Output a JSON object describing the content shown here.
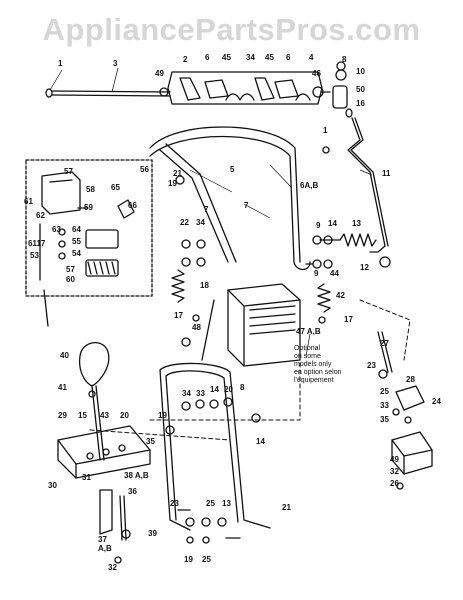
{
  "watermark": "AppliancePartsPros.com",
  "note_lines": [
    "Optional",
    "on some",
    "models only",
    "en option selon",
    "l'équipement"
  ],
  "parts": [
    {
      "id": "p1",
      "label": "1"
    },
    {
      "id": "p3",
      "label": "3"
    },
    {
      "id": "p49",
      "label": "49"
    },
    {
      "id": "p2",
      "label": "2"
    },
    {
      "id": "p6a",
      "label": "6"
    },
    {
      "id": "p45a",
      "label": "45"
    },
    {
      "id": "p34a",
      "label": "34"
    },
    {
      "id": "p45b",
      "label": "45"
    },
    {
      "id": "p6b",
      "label": "6"
    },
    {
      "id": "p4",
      "label": "4"
    },
    {
      "id": "p46",
      "label": "46"
    },
    {
      "id": "p8",
      "label": "8"
    },
    {
      "id": "p10",
      "label": "10"
    },
    {
      "id": "p50",
      "label": "50"
    },
    {
      "id": "p16",
      "label": "16"
    },
    {
      "id": "p1b",
      "label": "1"
    },
    {
      "id": "p11",
      "label": "11"
    },
    {
      "id": "p5",
      "label": "5"
    },
    {
      "id": "p6ab",
      "label": "6A,B"
    },
    {
      "id": "p7a",
      "label": "7"
    },
    {
      "id": "p7b",
      "label": "7"
    },
    {
      "id": "p56",
      "label": "56"
    },
    {
      "id": "p57a",
      "label": "57"
    },
    {
      "id": "p58",
      "label": "58"
    },
    {
      "id": "p65",
      "label": "65"
    },
    {
      "id": "p66",
      "label": "66"
    },
    {
      "id": "p59",
      "label": "59"
    },
    {
      "id": "p61",
      "label": "61"
    },
    {
      "id": "p62",
      "label": "62"
    },
    {
      "id": "p63",
      "label": "63"
    },
    {
      "id": "p64",
      "label": "64"
    },
    {
      "id": "p55",
      "label": "55"
    },
    {
      "id": "p54",
      "label": "54"
    },
    {
      "id": "p6117",
      "label": "6117"
    },
    {
      "id": "p53",
      "label": "53"
    },
    {
      "id": "p57b",
      "label": "57"
    },
    {
      "id": "p60",
      "label": "60"
    },
    {
      "id": "p21a",
      "label": "21"
    },
    {
      "id": "p19a",
      "label": "19"
    },
    {
      "id": "p22",
      "label": "22"
    },
    {
      "id": "p34b",
      "label": "34"
    },
    {
      "id": "p18",
      "label": "18"
    },
    {
      "id": "p9",
      "label": "9"
    },
    {
      "id": "p14a",
      "label": "14"
    },
    {
      "id": "p13",
      "label": "13"
    },
    {
      "id": "p12",
      "label": "12"
    },
    {
      "id": "p9b",
      "label": "9"
    },
    {
      "id": "p44",
      "label": "44"
    },
    {
      "id": "p42",
      "label": "42"
    },
    {
      "id": "p17a",
      "label": "17"
    },
    {
      "id": "p48",
      "label": "48"
    },
    {
      "id": "p17b",
      "label": "17"
    },
    {
      "id": "p47ab",
      "label": "47 A,B"
    },
    {
      "id": "p27",
      "label": "27"
    },
    {
      "id": "p23a",
      "label": "23"
    },
    {
      "id": "p28",
      "label": "28"
    },
    {
      "id": "p25a",
      "label": "25"
    },
    {
      "id": "p24",
      "label": "24"
    },
    {
      "id": "p33b",
      "label": "33"
    },
    {
      "id": "p35",
      "label": "35"
    },
    {
      "id": "p40",
      "label": "40"
    },
    {
      "id": "p41",
      "label": "41"
    },
    {
      "id": "p34c",
      "label": "34"
    },
    {
      "id": "p33",
      "label": "33"
    },
    {
      "id": "p14b",
      "label": "14"
    },
    {
      "id": "p20a",
      "label": "20"
    },
    {
      "id": "p8b",
      "label": "8"
    },
    {
      "id": "p19b",
      "label": "19"
    },
    {
      "id": "p29",
      "label": "29"
    },
    {
      "id": "p15",
      "label": "15"
    },
    {
      "id": "p43",
      "label": "43"
    },
    {
      "id": "p20b",
      "label": "20"
    },
    {
      "id": "p35b",
      "label": "35"
    },
    {
      "id": "p14c",
      "label": "14"
    },
    {
      "id": "p38ab",
      "label": "38 A,B"
    },
    {
      "id": "p30",
      "label": "30"
    },
    {
      "id": "p31",
      "label": "31"
    },
    {
      "id": "p36",
      "label": "36"
    },
    {
      "id": "p37ab",
      "label": "37\nA,B"
    },
    {
      "id": "p32a",
      "label": "32"
    },
    {
      "id": "p23b",
      "label": "23"
    },
    {
      "id": "p25b",
      "label": "25"
    },
    {
      "id": "p13b",
      "label": "13"
    },
    {
      "id": "p19c",
      "label": "19"
    },
    {
      "id": "p25c",
      "label": "25"
    },
    {
      "id": "p39",
      "label": "39"
    },
    {
      "id": "p21b",
      "label": "21"
    },
    {
      "id": "p49b",
      "label": "49"
    },
    {
      "id": "p32b",
      "label": "32"
    },
    {
      "id": "p26",
      "label": "26"
    }
  ]
}
